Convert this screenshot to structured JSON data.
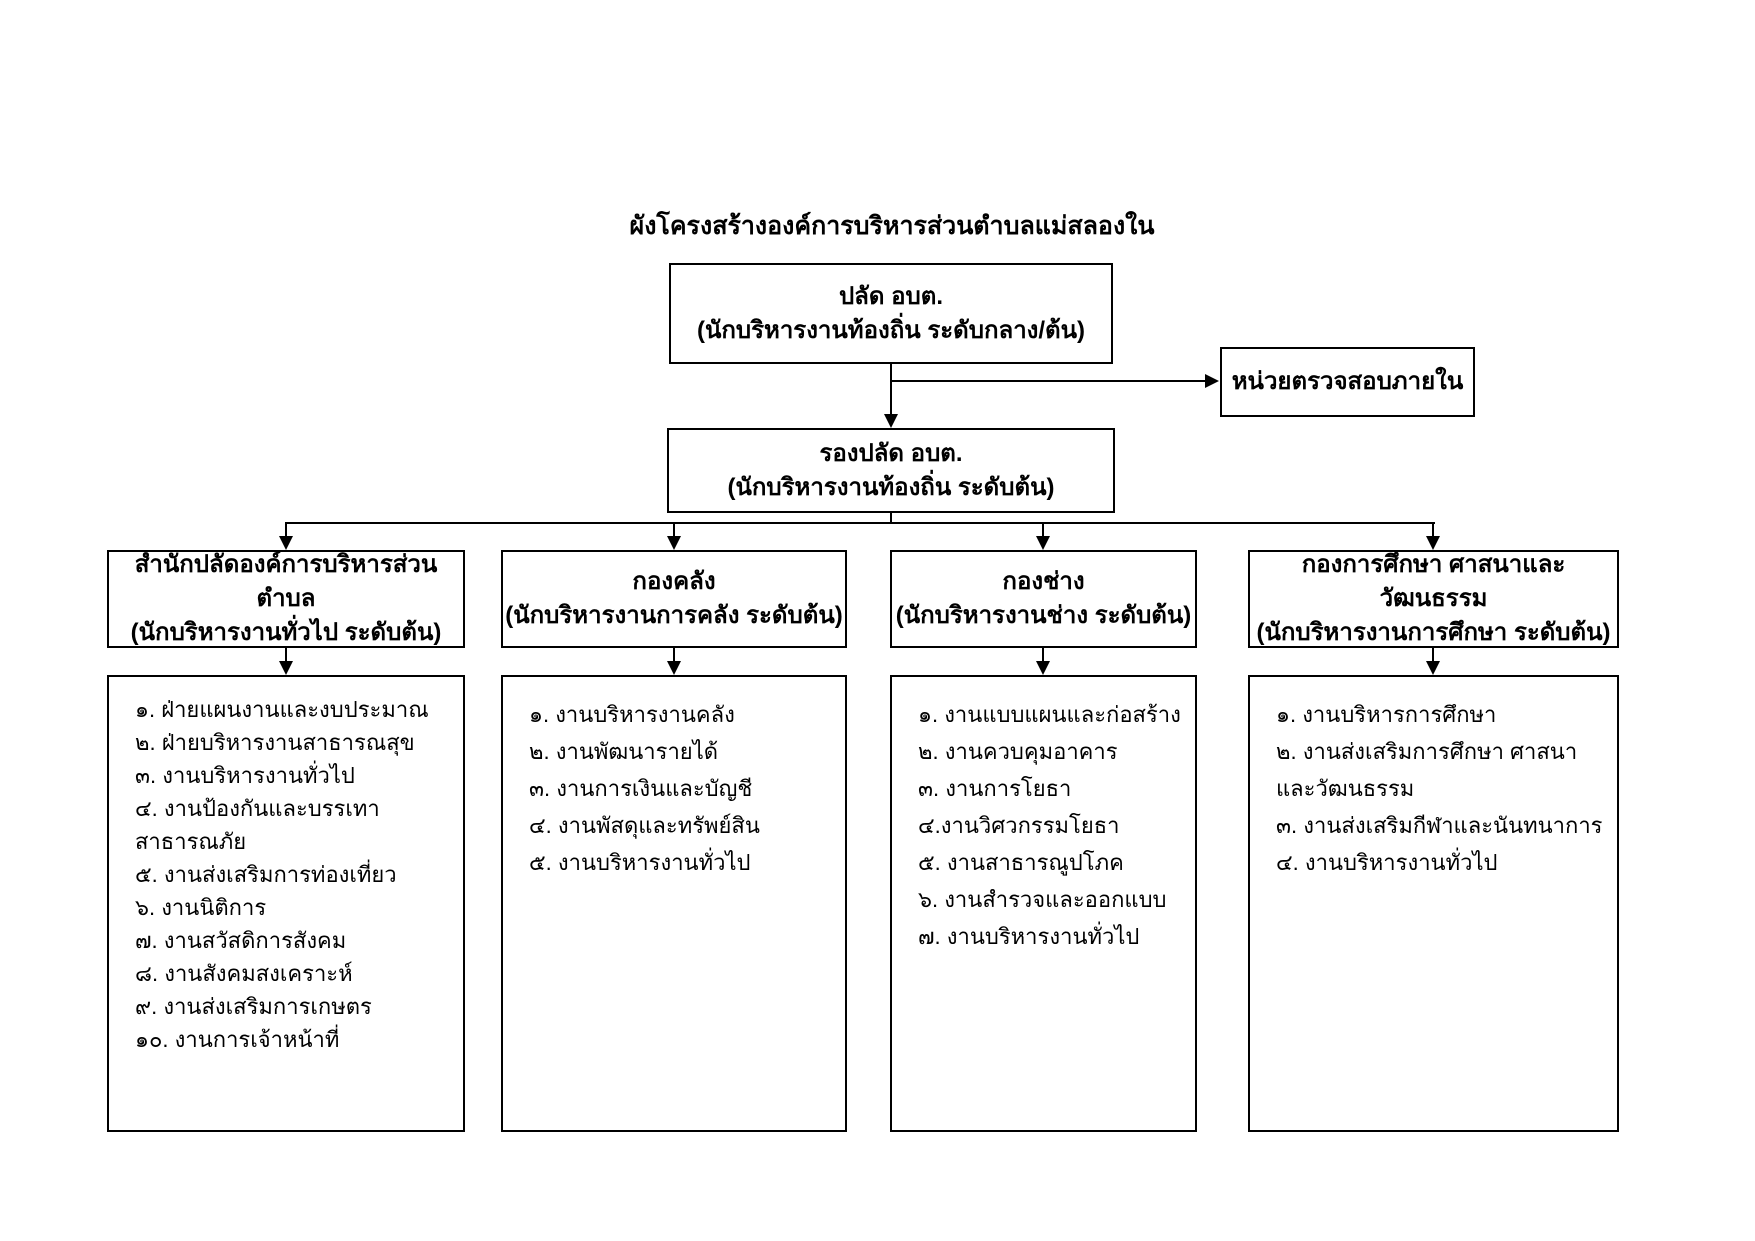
{
  "page": {
    "title": "ผังโครงสร้างองค์การบริหารส่วนตำบลแม่สลองใน"
  },
  "nodes": {
    "chief": {
      "line1": "ปลัด อบต.",
      "line2": "(นักบริหารงานท้องถิ่น ระดับกลาง/ต้น)"
    },
    "internal_audit": {
      "label": "หน่วยตรวจสอบภายใน"
    },
    "deputy": {
      "line1": "รองปลัด อบต.",
      "line2": "(นักบริหารงานท้องถิ่น ระดับต้น)"
    }
  },
  "columns": [
    {
      "title": "สำนักปลัดองค์การบริหารส่วนตำบล",
      "subtitle": "(นักบริหารงานทั่วไป ระดับต้น)",
      "items": [
        "๑. ฝ่ายแผนงานและงบประมาณ",
        "๒. ฝ่ายบริหารงานสาธารณสุข",
        "๓. งานบริหารงานทั่วไป",
        "๔. งานป้องกันและบรรเทาสาธารณภัย",
        "๕. งานส่งเสริมการท่องเที่ยว",
        "๖. งานนิติการ",
        "๗. งานสวัสดิการสังคม",
        "๘. งานสังคมสงเคราะห์",
        "๙. งานส่งเสริมการเกษตร",
        "๑๐. งานการเจ้าหน้าที่"
      ]
    },
    {
      "title": "กองคลัง",
      "subtitle": "(นักบริหารงานการคลัง ระดับต้น)",
      "items": [
        "๑. งานบริหารงานคลัง",
        "๒. งานพัฒนารายได้",
        "๓. งานการเงินและบัญชี",
        "๔. งานพัสดุและทรัพย์สิน",
        "๕. งานบริหารงานทั่วไป"
      ]
    },
    {
      "title": "กองช่าง",
      "subtitle": "(นักบริหารงานช่าง ระดับต้น)",
      "items": [
        "๑. งานแบบแผนและก่อสร้าง",
        "๒. งานควบคุมอาคาร",
        "๓. งานการโยธา",
        "๔.งานวิศวกรรมโยธา",
        "๕. งานสาธารณูปโภค",
        "๖. งานสำรวจและออกแบบ",
        "๗. งานบริหารงานทั่วไป"
      ]
    },
    {
      "title": "กองการศึกษา ศาสนาและวัฒนธรรม",
      "subtitle": "(นักบริหารงานการศึกษา ระดับต้น)",
      "items": [
        "๑. งานบริหารการศึกษา",
        "๒. งานส่งเสริมการศึกษา ศาสนาและวัฒนธรรม",
        "๓. งานส่งเสริมกีฬาและนันทนาการ",
        "๔. งานบริหารงานทั่วไป"
      ]
    }
  ],
  "colors": {
    "background": "#ffffff",
    "line": "#000000",
    "text": "#000000"
  }
}
